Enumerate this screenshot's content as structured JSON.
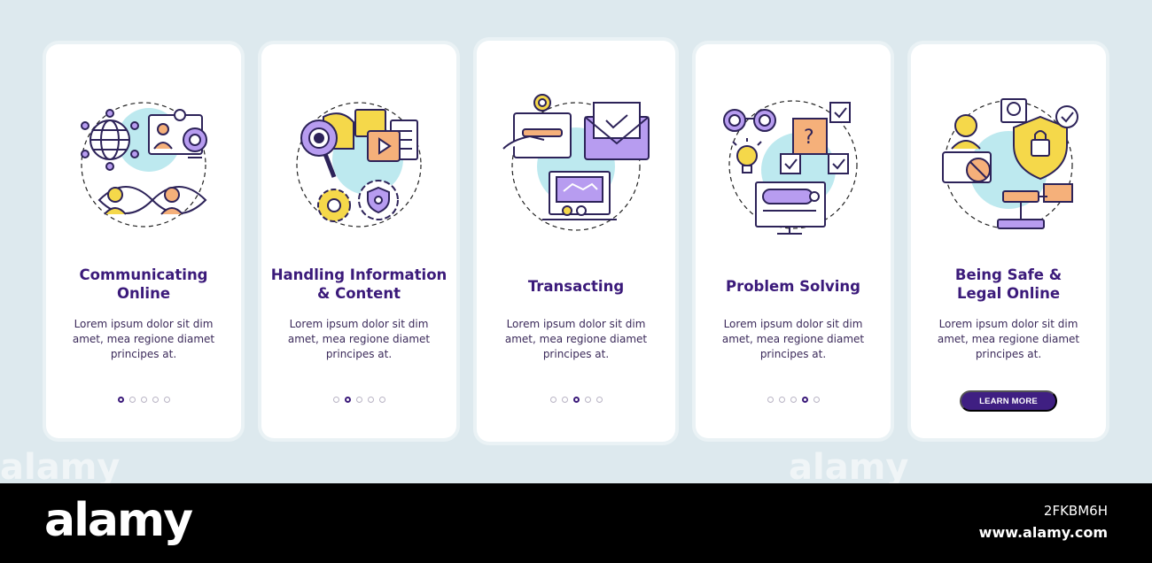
{
  "cards": [
    {
      "title": "Communicating\nOnline",
      "body": "Lorem ipsum dolor sit dim\namet, mea regione diamet\nprincipes at.",
      "active_dot": 1
    },
    {
      "title": "Handling Information\n& Content",
      "body": "Lorem ipsum dolor sit dim\namet, mea regione diamet\nprincipes at.",
      "active_dot": 2
    },
    {
      "title": "Transacting",
      "body": "Lorem ipsum dolor sit dim\namet, mea regione diamet\nprincipes at.",
      "active_dot": 3
    },
    {
      "title": "Problem Solving",
      "body": "Lorem ipsum dolor sit dim\namet, mea regione diamet\nprincipes at.",
      "active_dot": 4
    },
    {
      "title": "Being Safe &\nLegal Online",
      "body": "Lorem ipsum dolor sit dim\namet, mea regione diamet\nprincipes at.",
      "button": "LEARN MORE"
    }
  ],
  "icons": [
    "network-globe-icon",
    "video-call-icon",
    "people-exchange-icon",
    "magnifier-icon",
    "media-files-icon",
    "gears-shield-icon",
    "id-card-icon",
    "envelope-icon",
    "handshake-laptop-icon",
    "binoculars-icon",
    "lightbulb-icon",
    "checklist-icon",
    "search-monitor-icon",
    "hacker-icon",
    "skull-icon",
    "shield-lock-icon",
    "gavel-icon"
  ],
  "colors": {
    "title": "#3b1a7a",
    "button": "#3f1f82",
    "accent_cyan": "#bde9ef",
    "accent_purple": "#b79cf0",
    "accent_yellow": "#f5d84a",
    "accent_orange": "#f5b07a",
    "background": "#dde9ee"
  },
  "watermark": {
    "text": "alamy",
    "id": "2FKBM6H",
    "url": "www.alamy.com"
  }
}
